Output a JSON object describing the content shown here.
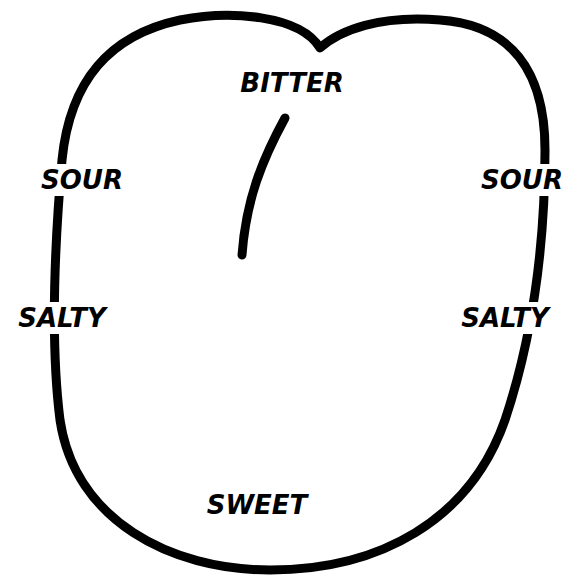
{
  "diagram": {
    "labels": [
      "BITTER",
      "SOUR",
      "SOUR",
      "SALTY",
      "SALTY",
      "SWEET"
    ]
  }
}
